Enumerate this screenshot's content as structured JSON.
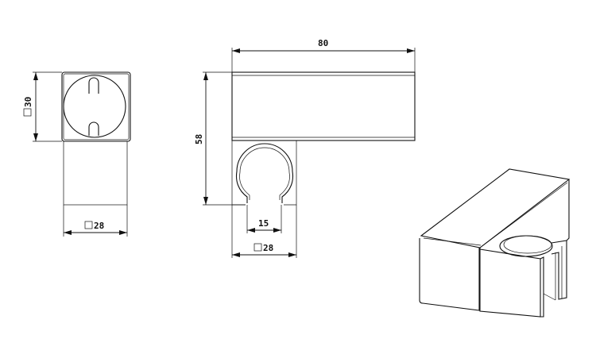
{
  "drawing": {
    "side_view": {
      "height_label": "30",
      "width_label": "28"
    },
    "front_view": {
      "length_label": "80",
      "height_label": "58",
      "opening_label": "15",
      "width_label": "28"
    },
    "colors": {
      "line": "#111111",
      "background": "#ffffff"
    }
  }
}
